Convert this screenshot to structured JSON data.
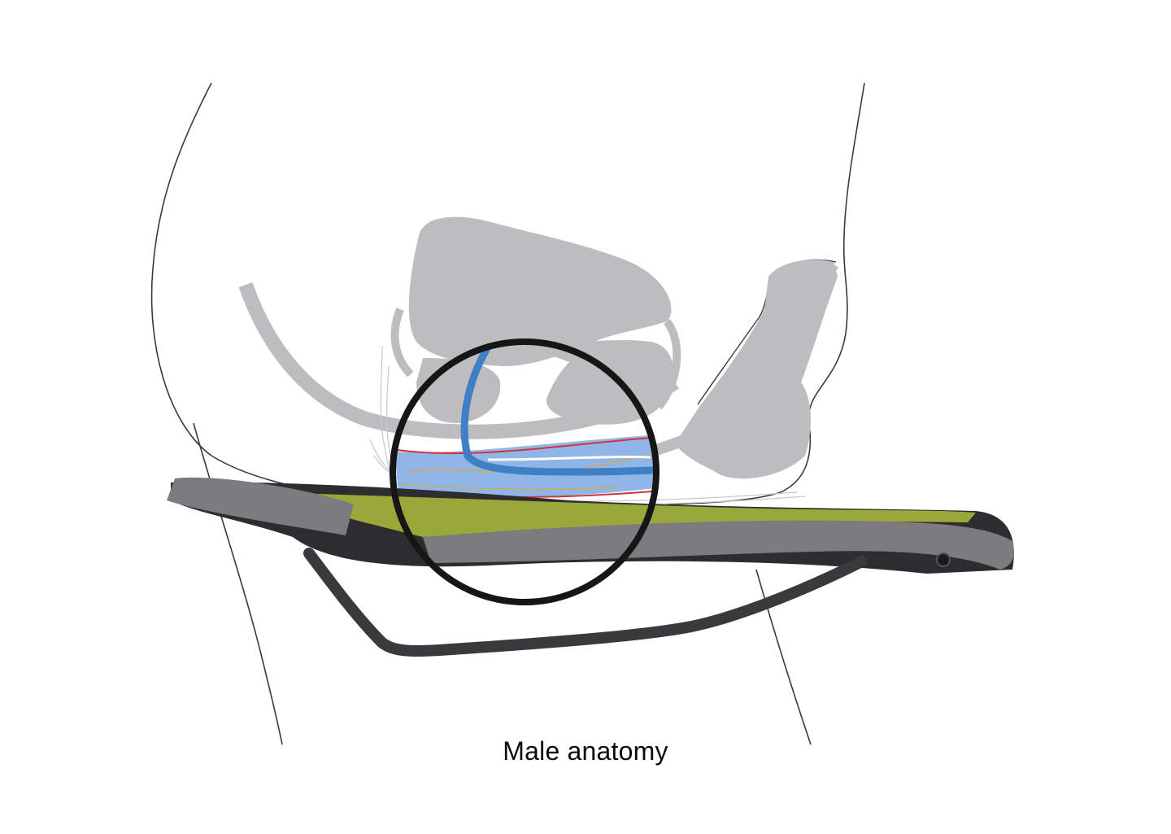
{
  "figure": {
    "caption": "Male anatomy",
    "subject": "side view of seated pelvis on a bicycle saddle",
    "highlight": "circled perineal pressure zone",
    "colors": {
      "body_outline": "#3a3a3a",
      "anatomy_gray": "#bdbcbe",
      "highlight_circle": "#161616",
      "urethra_blue": "#3f7fc6",
      "soft_tissue_blue": "#8fb6e6",
      "artery_red": "#d2323c",
      "nerve_orange": "#e2a53a",
      "saddle_padding_green": "#9aa83a",
      "saddle_shell_gray": "#7c7b80",
      "saddle_base_dark": "#2d2d30",
      "saddle_rail": "#3a3a3d"
    }
  }
}
